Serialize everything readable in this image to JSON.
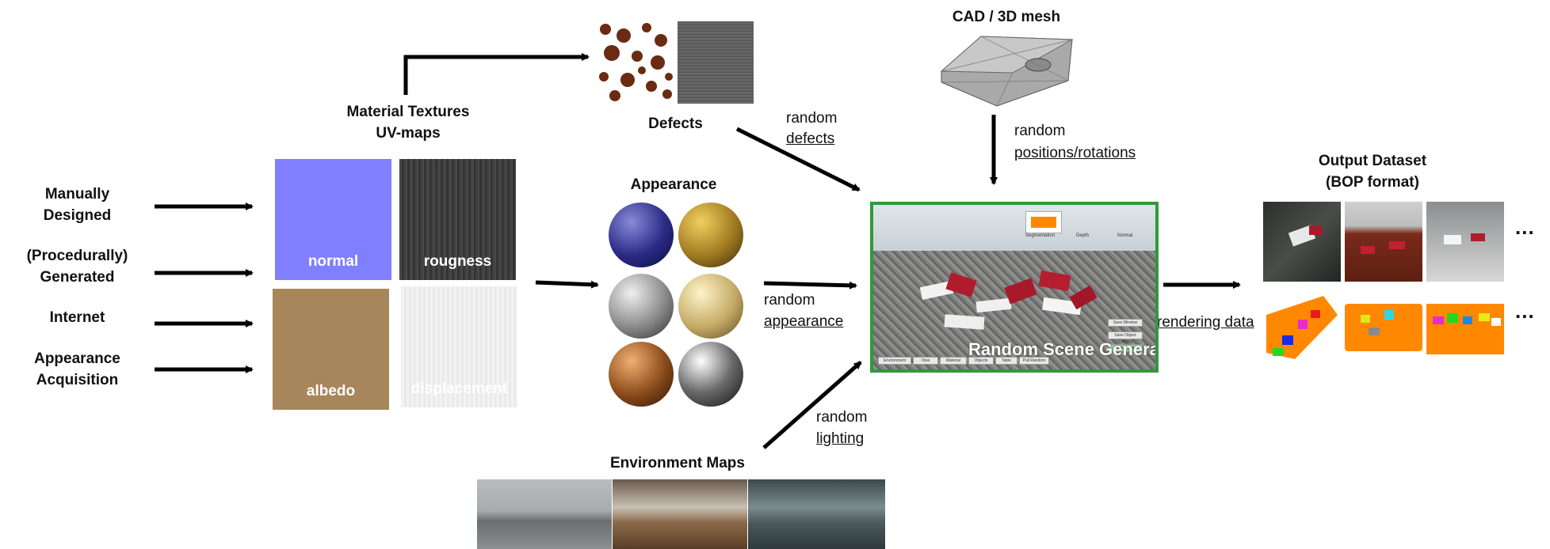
{
  "sources": {
    "manual": "Manually\nDesigned",
    "procedural": "(Procedurally)\nGenerated",
    "internet": "Internet",
    "acquisition": "Appearance\nAcquisition"
  },
  "textures": {
    "title": "Material Textures\nUV-maps",
    "normal": "normal",
    "roughness": "rougness",
    "albedo": "albedo",
    "displacement": "displacement"
  },
  "defects": {
    "title": "Defects"
  },
  "appearance": {
    "title": "Appearance"
  },
  "environment": {
    "title": "Environment Maps"
  },
  "cad": {
    "title": "CAD / 3D mesh"
  },
  "edges": {
    "random_defects_1": "random",
    "random_defects_2": "defects",
    "random_positions_1": "random",
    "random_positions_2": "positions/rotations",
    "random_appearance_1": "random",
    "random_appearance_2": "appearance",
    "random_lighting_1": "random",
    "random_lighting_2": "lighting",
    "rendering_data": "rendering data"
  },
  "generator": {
    "title": "Random Scene Generator",
    "panel_labels": [
      "Segmentation",
      "Depth",
      "Normal"
    ],
    "side_buttons": [
      "Save Window",
      "Save Object Camera",
      "Recording"
    ],
    "bottom_buttons": [
      "Environment",
      "View",
      "Material",
      "Objects",
      "Table",
      "Pull Random"
    ]
  },
  "output": {
    "title": "Output Dataset\n(BOP format)",
    "ellipsis": "..."
  },
  "colors": {
    "generator_border": "#2f9a3a",
    "normal_map": "#7f7fff",
    "albedo": "#a8865c",
    "segmentation_bg": "#ff8800"
  }
}
